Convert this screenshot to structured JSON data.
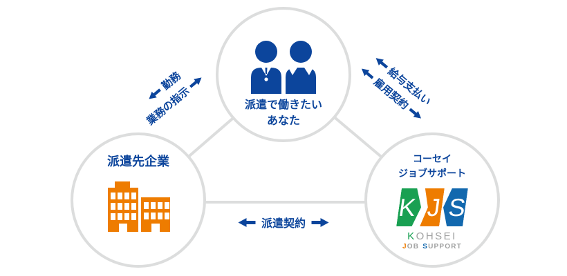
{
  "diagram": {
    "worker": {
      "line1": "派遣で働きたい",
      "line2": "あなた"
    },
    "company": {
      "label": "派遣先企業"
    },
    "agency": {
      "line1": "コーセイ",
      "line2": "ジョブサポート",
      "logo_k": "K",
      "logo_j": "J",
      "logo_s": "S",
      "kohsei_first": "K",
      "kohsei_rest": "OHSEI",
      "job_first": "J",
      "job_rest": "OB",
      "support_first": "S",
      "support_rest": "UPPORT"
    },
    "labels": {
      "work": "勤務",
      "instructions": "業務の指示",
      "salary": "給与支払い",
      "employment": "雇用契約",
      "dispatch": "派遣契約"
    },
    "icons": {
      "workers-icon": "two-businesspeople-silhouette",
      "office-building-icon": "two-office-buildings",
      "arrow-icons": "solid-block-arrows",
      "kjs-logo": "KJS-letter-blocks"
    },
    "colors": {
      "blue": "#0c459c",
      "orange": "#ee7c00",
      "green": "#19a052",
      "logo_blue": "#1268ae",
      "line_gray": "#dcdddd",
      "logo_text_gray": "#9fa0a0"
    }
  }
}
